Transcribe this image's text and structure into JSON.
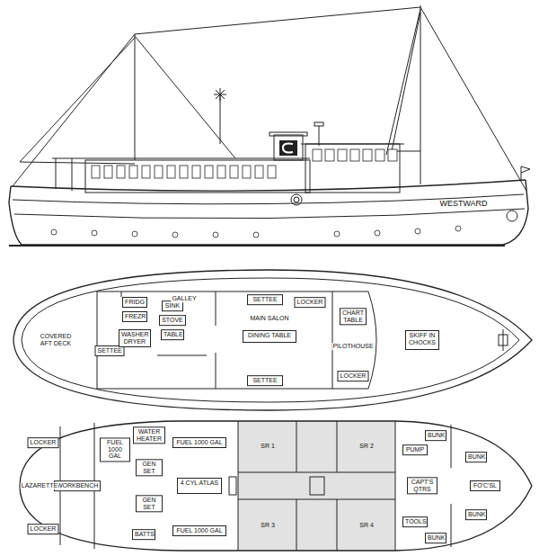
{
  "diagram": {
    "nodes": [
      {
        "text": [
          "SETTEE"
        ]
      },
      {
        "text": [
          "FRIDG"
        ]
      },
      {
        "text": [
          "FREZR"
        ]
      },
      {
        "text": [
          "WASHER DRYER"
        ]
      },
      {
        "text": [
          "SINK"
        ]
      },
      {
        "text": [
          "STOVE"
        ]
      },
      {
        "text": [
          "TABLE"
        ]
      },
      {
        "text": [
          "SETTEE"
        ]
      },
      {
        "text": [
          "DINING TABLE"
        ]
      },
      {
        "text": [
          "SETTEE"
        ]
      },
      {
        "text": [
          "LOCKER"
        ]
      },
      {
        "text": [
          "CHART TABLE"
        ]
      },
      {
        "text": [
          "LOCKER"
        ]
      },
      {
        "text": [
          "SKIFF IN CHOCKS"
        ]
      },
      {
        "text": [
          "LOCKER"
        ]
      },
      {
        "text": [
          "LOCKER"
        ]
      },
      {
        "text": [
          "WORKBENCH"
        ]
      },
      {
        "text": [
          "FUEL 1000 GAL"
        ]
      },
      {
        "text": [
          "WATER HEATER"
        ]
      },
      {
        "text": [
          "GEN SET"
        ]
      },
      {
        "text": [
          "GEN SET"
        ]
      },
      {
        "text": [
          "BATTS"
        ]
      },
      {
        "text": [
          "FUEL 1000 GAL"
        ]
      },
      {
        "text": [
          "4 CYL ATLAS"
        ]
      },
      {
        "text": [
          "FUEL 1000 GAL"
        ]
      },
      {
        "text": [
          "PUMP"
        ]
      },
      {
        "text": [
          "TOOLS"
        ]
      },
      {
        "text": [
          "CAPT'S QTRS"
        ]
      },
      {
        "text": [
          "BUNK"
        ]
      },
      {
        "text": [
          "BUNK"
        ]
      },
      {
        "text": [
          "FO'C'SL"
        ]
      },
      {
        "text": [
          "BUNK"
        ]
      },
      {
        "text": [
          "BUNK"
        ]
      }
    ],
    "labels": [
      "WESTWARD",
      "COVERED AFT DECK",
      "GALLEY",
      "MAIN SALON",
      "PILOTHOUSE",
      "LAZARETTE",
      "SR 1",
      "SR 2",
      "SR 3",
      "SR 4"
    ]
  }
}
